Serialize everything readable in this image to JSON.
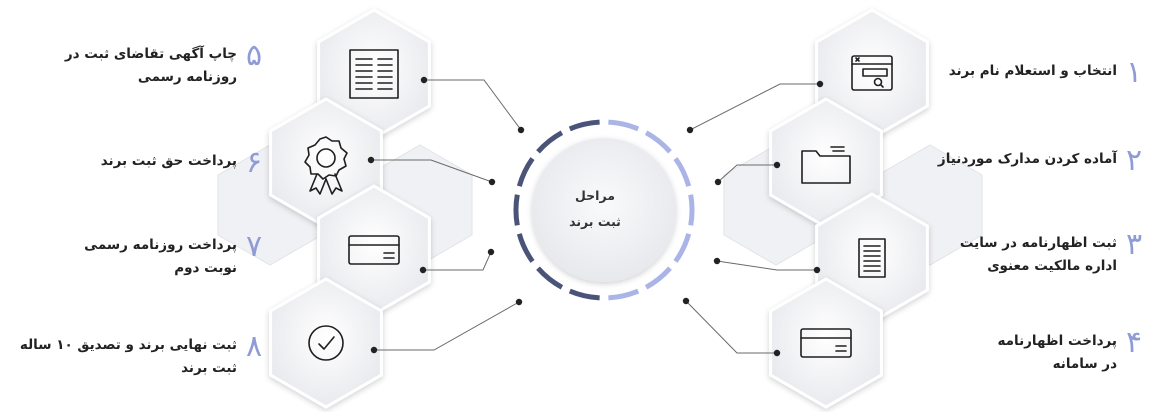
{
  "center": {
    "line1": "مراحل",
    "line2": "ثبت برند"
  },
  "steps": [
    {
      "num": "۱",
      "text": "انتخاب و استعلام نام برند",
      "icon": "browser-search-icon"
    },
    {
      "num": "۲",
      "text": "آماده کردن مدارک موردنیاز",
      "icon": "folder-icon"
    },
    {
      "num": "۳",
      "text": "ثبت اظهارنامه در سایت اداره مالکیت معنوی",
      "icon": "document-icon"
    },
    {
      "num": "۴",
      "text": "پرداخت اظهارنامه در سامانه",
      "icon": "card-icon"
    },
    {
      "num": "۵",
      "text": "چاپ آگهی تقاضای ثبت در روزنامه رسمی",
      "icon": "newspaper-icon"
    },
    {
      "num": "۶",
      "text": "پرداخت حق ثبت برند",
      "icon": "award-ribbon-icon"
    },
    {
      "num": "۷",
      "text": "پرداخت روزنامه رسمی نوبت دوم",
      "icon": "card-icon"
    },
    {
      "num": "۸",
      "text": "ثبت نهایی برند و تصدیق ۱۰ ساله ثبت برند",
      "icon": "check-circle-icon"
    }
  ],
  "colors": {
    "number": "#8f9bd6",
    "ring_light": "#aab4e6",
    "ring_dark": "#4a5378",
    "hex_fill": "#f5f6f8",
    "line": "#333333"
  }
}
